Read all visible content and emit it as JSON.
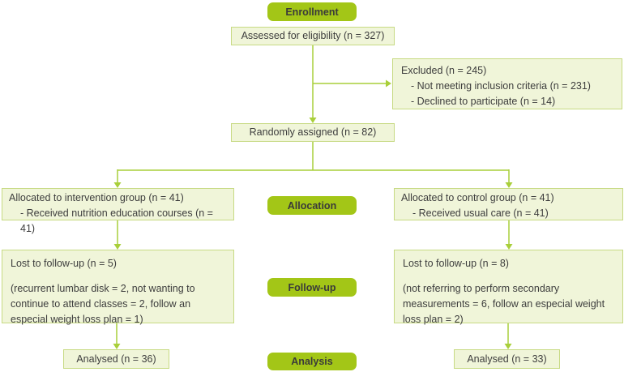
{
  "colors": {
    "header_bg": "#a3c617",
    "box_bg": "#f0f5d9",
    "box_border": "#c7da83",
    "line_color": "#a9cf3a",
    "text_color": "#3d3d3d"
  },
  "diagram": {
    "stages": {
      "enrollment": "Enrollment",
      "allocation": "Allocation",
      "followup": "Follow-up",
      "analysis": "Analysis"
    },
    "boxes": {
      "assessed": "Assessed for eligibility (n = 327)",
      "excluded": {
        "title": "Excluded (n = 245)",
        "reasons": [
          "- Not meeting inclusion criteria (n = 231)",
          "- Declined to participate (n = 14)"
        ]
      },
      "randomized": "Randomly assigned (n = 82)",
      "intervention_allocation": {
        "title": "Allocated to intervention group (n = 41)",
        "detail": "- Received nutrition education courses (n = 41)"
      },
      "control_allocation": {
        "title": "Allocated to control group (n = 41)",
        "detail": "- Received usual care (n = 41)"
      },
      "intervention_followup": {
        "title": "Lost to follow-up (n = 5)",
        "detail": "(recurrent lumbar disk = 2, not wanting to continue to attend classes = 2, follow an especial weight loss plan = 1)"
      },
      "control_followup": {
        "title": "Lost to follow-up (n = 8)",
        "detail": "(not referring to perform secondary measurements = 6, follow an especial weight loss plan = 2)"
      },
      "intervention_analysed": "Analysed (n = 36)",
      "control_analysed": "Analysed (n = 33)"
    }
  }
}
